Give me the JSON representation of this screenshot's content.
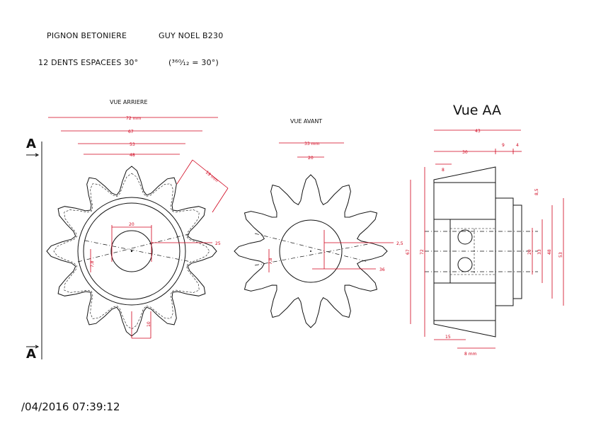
{
  "header": {
    "title": "PIGNON BETONIERE",
    "model": "GUY NOEL B230",
    "teeth_line": "12 DENTS ESPACEES 30°",
    "formula": "(³⁶⁰⁄₁₂ = 30°)"
  },
  "views": {
    "rear": "VUE ARRIERE",
    "front": "VUE AVANT",
    "section": "Vue AA"
  },
  "section_marker": {
    "top": "A",
    "bottom": "A"
  },
  "dimensions": {
    "rear": {
      "d72": "72 mm",
      "d67": "67",
      "d53": "53",
      "d48": "48",
      "d19": "19 mm",
      "d20": "20",
      "d25": "25",
      "d78": "7,8",
      "d10": "10"
    },
    "front": {
      "d33": "33 mm",
      "d20": "20",
      "d25": "2,5",
      "d36": "36",
      "d78": "7,8"
    },
    "section": {
      "d43": "43",
      "d30": "30",
      "d9": "9",
      "d4": "4",
      "d8": "8",
      "d85": "8,5",
      "d67": "67",
      "d72": "72",
      "d20": "20",
      "d33": "33",
      "d48": "48",
      "d53": "53",
      "d15": "15",
      "d8mm": "8 mm"
    }
  },
  "footer": {
    "timestamp": "/04/2016 07:39:12"
  },
  "colors": {
    "dimension": "#d0021b",
    "drawing": "#111111"
  }
}
